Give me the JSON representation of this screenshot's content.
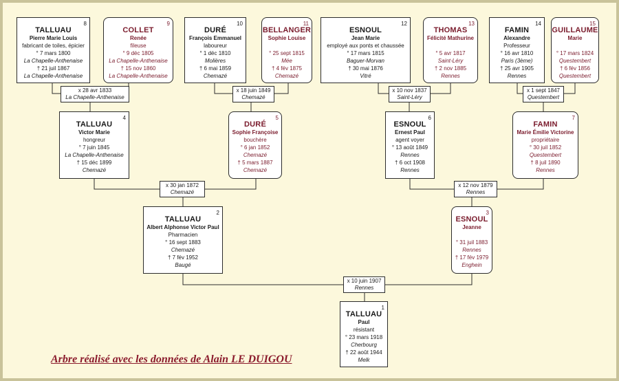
{
  "persons": {
    "p1": {
      "num": "1",
      "surname": "TALLUAU",
      "given": "Paul",
      "job": "résistant",
      "birth": "° 23 mars 1918",
      "birth_place": "Cherbourg",
      "death": "† 22 août 1944",
      "death_place": "Melk"
    },
    "p2": {
      "num": "2",
      "surname": "TALLUAU",
      "given": "Albert Alphonse Victor Paul",
      "job": "Pharmacien",
      "birth": "° 16 sept 1883",
      "birth_place": "Chemazé",
      "death": "† 7 fév 1952",
      "death_place": "Baugé"
    },
    "p3": {
      "num": "3",
      "surname": "ESNOUL",
      "given": "Jeanne",
      "birth": "° 31 juil 1883",
      "birth_place": "Rennes",
      "death": "† 17 fév 1979",
      "death_place": "Enghein"
    },
    "p4": {
      "num": "4",
      "surname": "TALLUAU",
      "given": "Victor Marie",
      "job": "hongreur",
      "birth": "° 7 juin 1845",
      "birth_place": "La Chapelle-Anthenaise",
      "death": "† 15 déc 1899",
      "death_place": "Chemazé"
    },
    "p5": {
      "num": "5",
      "surname": "DURÉ",
      "given": "Sophie Françoise",
      "job": "bouchère",
      "birth": "° 6 jan 1852",
      "birth_place": "Chemazé",
      "death": "† 5 mars 1887",
      "death_place": "Chemazé"
    },
    "p6": {
      "num": "6",
      "surname": "ESNOUL",
      "given": "Ernest Paul",
      "job": "agent voyer",
      "birth": "° 13 août 1849",
      "birth_place": "Rennes",
      "death": "† 6 oct 1908",
      "death_place": "Rennes"
    },
    "p7": {
      "num": "7",
      "surname": "FAMIN",
      "given": "Marie Émilie Victorine",
      "job": "propriétaire",
      "birth": "° 30 juil 1852",
      "birth_place": "Questembert",
      "death": "† 8 juil 1890",
      "death_place": "Rennes"
    },
    "p8": {
      "num": "8",
      "surname": "TALLUAU",
      "given": "Pierre Marie Louis",
      "job": "fabricant de toiles, épicier",
      "birth": "° 7 mars 1800",
      "birth_place": "La Chapelle-Anthenaise",
      "death": "† 21 juil 1867",
      "death_place": "La Chapelle-Anthenaise"
    },
    "p9": {
      "num": "9",
      "surname": "COLLET",
      "given": "Renée",
      "job": "fileuse",
      "birth": "° 9 déc 1805",
      "birth_place": "La Chapelle-Anthenaise",
      "death": "† 15 nov 1860",
      "death_place": "La Chapelle-Anthenaise"
    },
    "p10": {
      "num": "10",
      "surname": "DURÉ",
      "given": "François Emmanuel",
      "job": "laboureur",
      "birth": "° 1 déc 1810",
      "birth_place": "Molières",
      "death": "† 6 mai 1859",
      "death_place": "Chemazé"
    },
    "p11": {
      "num": "11",
      "surname": "BELLANGER",
      "given": "Sophie Louise",
      "birth": "° 25 sept 1815",
      "birth_place": "Mée",
      "death": "† 4 fév 1875",
      "death_place": "Chemazé"
    },
    "p12": {
      "num": "12",
      "surname": "ESNOUL",
      "given": "Jean Marie",
      "job": "employé aux ponts et chaussée",
      "birth": "° 17 mars 1815",
      "birth_place": "Baguer-Morvan",
      "death": "† 30 mai 1876",
      "death_place": "Vitré"
    },
    "p13": {
      "num": "13",
      "surname": "THOMAS",
      "given": "Félicité Mathurine",
      "birth": "° 5 avr 1817",
      "birth_place": "Saint-Léry",
      "death": "† 2 nov 1885",
      "death_place": "Rennes"
    },
    "p14": {
      "num": "14",
      "surname": "FAMIN",
      "given": "Alexandre",
      "job": "Professeur",
      "birth": "° 16 avr 1810",
      "birth_place": "Paris (3ème)",
      "death": "† 25 avr 1905",
      "death_place": "Rennes"
    },
    "p15": {
      "num": "15",
      "surname": "GUILLAUME",
      "given": "Marie",
      "birth": "° 17 mars 1824",
      "birth_place": "Questembert",
      "death": "† 6 fév 1856",
      "death_place": "Questembert"
    }
  },
  "marriages": {
    "m1": {
      "date": "x 10 juin 1907",
      "place": "Rennes"
    },
    "m2": {
      "date": "x 30 jan 1872",
      "place": "Chemazé"
    },
    "m3": {
      "date": "x 12 nov 1879",
      "place": "Rennes"
    },
    "m4": {
      "date": "x 28 avr 1833",
      "place": "La Chapelle-Anthenaise"
    },
    "m5": {
      "date": "x 18 juin 1849",
      "place": "Chemazé"
    },
    "m6": {
      "date": "x 10 nov 1837",
      "place": "Saint-Léry"
    },
    "m7": {
      "date": "x 1 sept 1847",
      "place": "Questembert"
    }
  },
  "credit": "Arbre réalisé avec les données de Alain LE DUIGOU",
  "colors": {
    "background": "#fcf8dc",
    "frame": "#c9c39a",
    "female_text": "#7a1b2c",
    "credit_text": "#8b1b2c"
  }
}
